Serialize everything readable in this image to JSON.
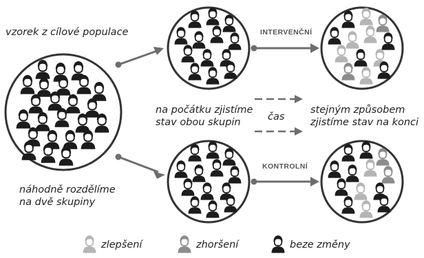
{
  "labels": {
    "sample": "vzorek z cílové populace",
    "split_line1": "náhodně rozdělíme",
    "split_line2": "na dvě skupiny",
    "start_line1": "na počátku zjistíme",
    "start_line2": "stav obou skupin",
    "time": "čas",
    "end_line1": "stejným způsobem",
    "end_line2": "zjistíme stav na konci",
    "intervention": "INTERVENČNÍ",
    "control": "KONTROLNÍ"
  },
  "legend": [
    {
      "label": "zlepšení",
      "icon": "person-light-icon",
      "color": "#b5b5b5"
    },
    {
      "label": "zhoršení",
      "icon": "person-mid-icon",
      "color": "#8c8c8c"
    },
    {
      "label": "beze změny",
      "icon": "person-dark-icon",
      "color": "#1c1c1c"
    }
  ],
  "colors": {
    "dark": "#1c1c1c",
    "mid": "#8c8c8c",
    "light": "#b5b5b5",
    "circle": "#333333",
    "connector": "#6d6d6d"
  }
}
